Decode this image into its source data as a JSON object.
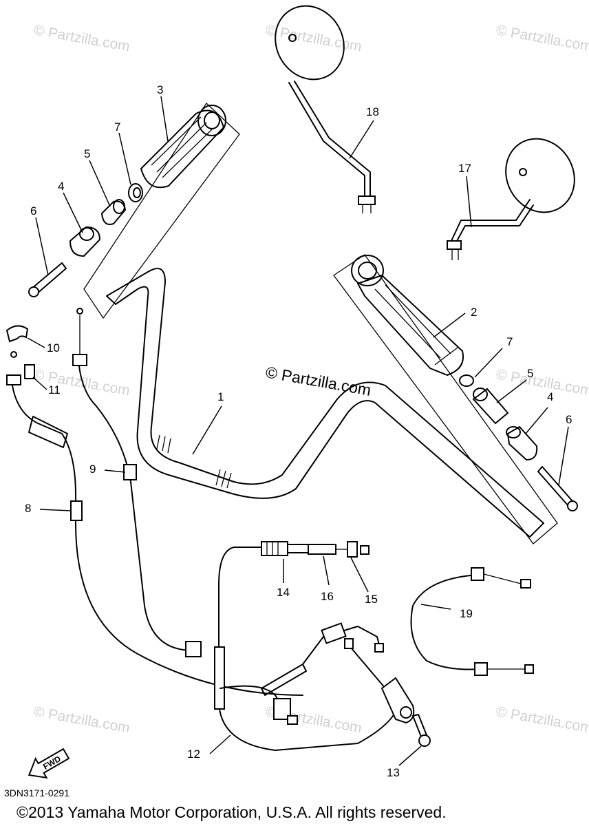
{
  "watermarks": {
    "corner": "© Partzilla.com",
    "center": "© Partzilla.com"
  },
  "callouts": [
    "1",
    "2",
    "3",
    "4",
    "4",
    "5",
    "5",
    "6",
    "6",
    "7",
    "7",
    "8",
    "9",
    "10",
    "11",
    "12",
    "13",
    "14",
    "15",
    "16",
    "17",
    "18",
    "19"
  ],
  "fwd_label": "FWD",
  "drawing_code": "3DN3171-0291",
  "copyright": "©2013 Yamaha Motor Corporation, U.S.A. All rights reserved."
}
